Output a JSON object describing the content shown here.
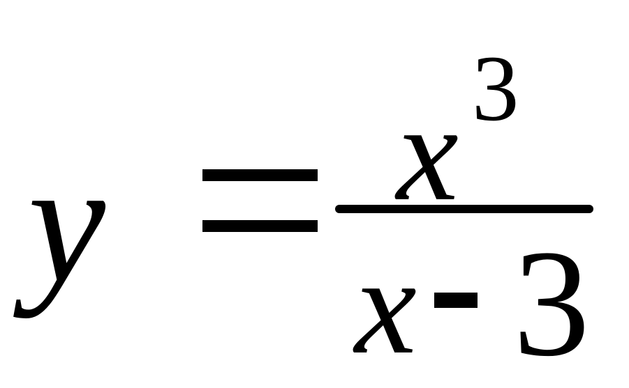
{
  "formula": {
    "lhs": "y",
    "operator": "=",
    "numerator": {
      "base": "x",
      "exponent": "3"
    },
    "denominator": {
      "variable": "x",
      "operator": "-",
      "constant": "3"
    }
  }
}
